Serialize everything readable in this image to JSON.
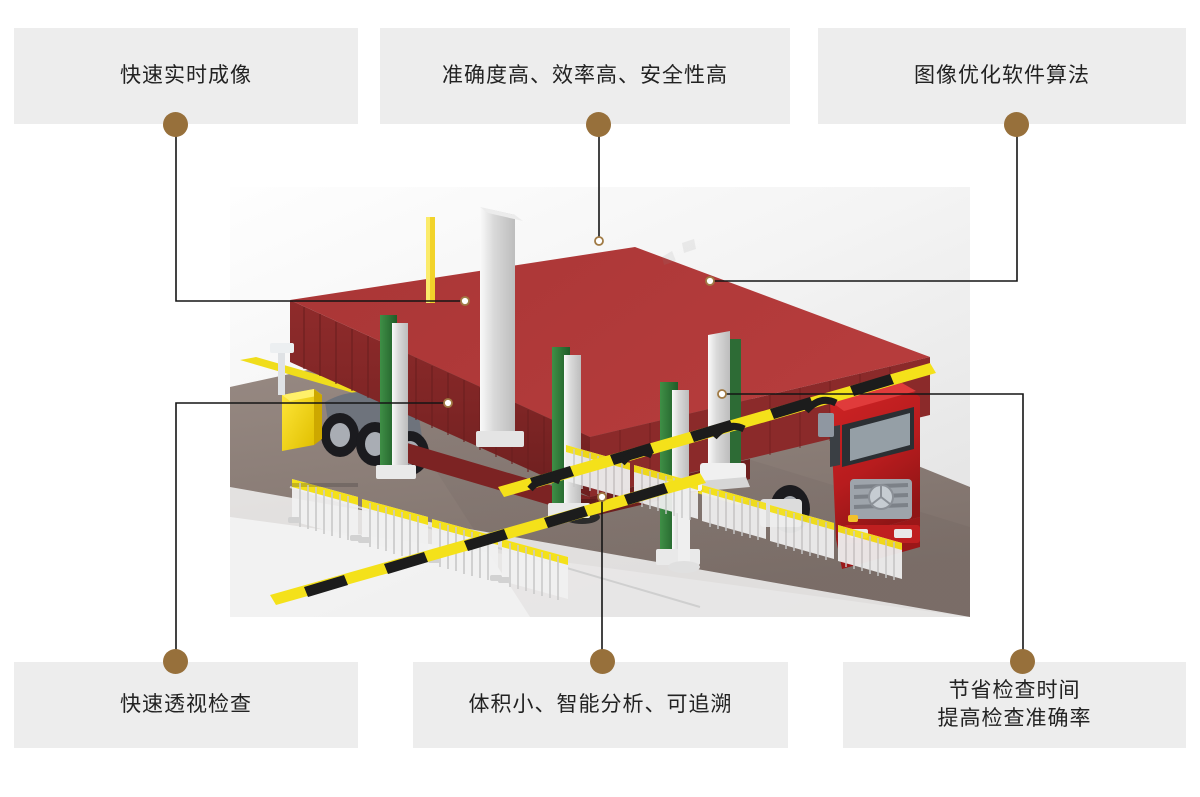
{
  "page": {
    "background": "#ffffff",
    "box_fill": "#ededed",
    "dot_color": "#97703b",
    "line_color": "#1a1a1a",
    "text_color": "#222222"
  },
  "callouts": [
    {
      "id": "fast-realtime-imaging",
      "label": "快速实时成像",
      "position": "top-left"
    },
    {
      "id": "high-accuracy-efficiency-safety",
      "label": "准确度高、效率高、安全性高",
      "position": "top-center"
    },
    {
      "id": "image-optimization-algorithm",
      "label": "图像优化软件算法",
      "position": "top-right"
    },
    {
      "id": "fast-perspective-inspection",
      "label": "快速透视检查",
      "position": "bottom-left"
    },
    {
      "id": "compact-smart-traceable",
      "label": "体积小、智能分析、可追溯",
      "position": "bottom-center"
    },
    {
      "id": "save-time-improve-accuracy",
      "label": "节省检查时间\n提高检查准确率",
      "position": "bottom-right"
    }
  ],
  "scene": {
    "alt": "集装箱卡车 X 光安检扫描系统示意图",
    "colors": {
      "container_red": "#a03030",
      "container_red_dark": "#7d2626",
      "cab_red": "#c21f22",
      "road_gray": "#8c7f79",
      "pillar_green": "#2f7a3a",
      "pillar_silver": "#d8d8d8",
      "control_box_yellow": "#f2d40a",
      "lane_line_yellow": "#f4e11a",
      "barrier_silver": "#e8e8e8"
    }
  }
}
